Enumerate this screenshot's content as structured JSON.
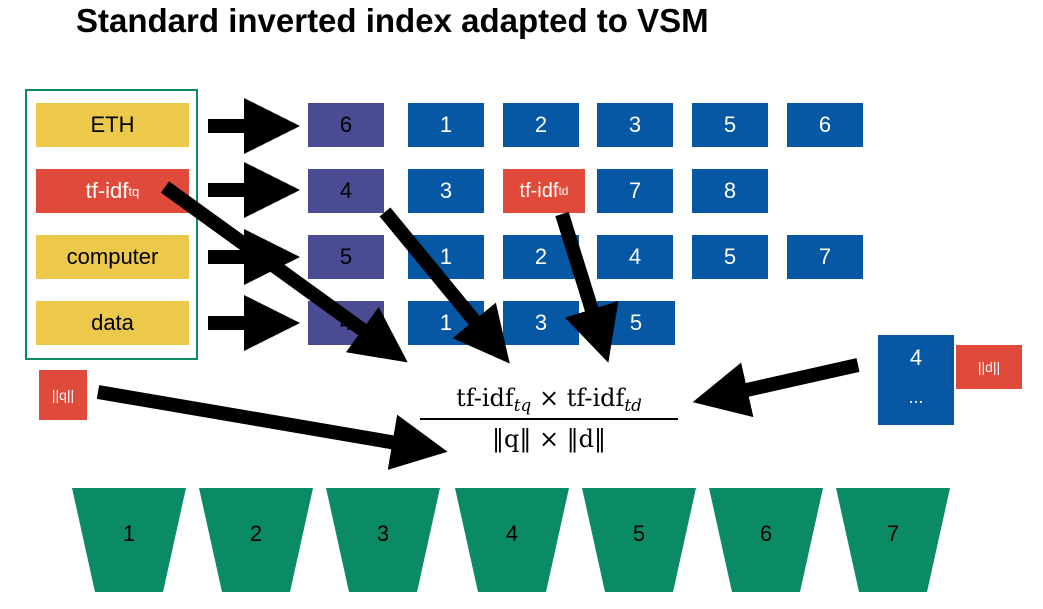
{
  "title": "Standard inverted index adapted to VSM",
  "terms": [
    {
      "label": "ETH",
      "sub": ""
    },
    {
      "label": "tf-idf",
      "sub": "tq"
    },
    {
      "label": "computer",
      "sub": ""
    },
    {
      "label": "data",
      "sub": ""
    }
  ],
  "postings": [
    {
      "df": "6",
      "docs": [
        "1",
        "2",
        "3",
        "5",
        "6"
      ]
    },
    {
      "df": "4",
      "docs": [
        "3",
        "tf-idf",
        "7",
        "8"
      ],
      "docs_sub": [
        "",
        "td",
        "",
        ""
      ]
    },
    {
      "df": "5",
      "docs": [
        "1",
        "2",
        "4",
        "5",
        "7"
      ]
    },
    {
      "df": "4",
      "docs": [
        "1",
        "3",
        "5"
      ]
    }
  ],
  "query_norm": "||q||",
  "doc_norm_box": {
    "top": "4",
    "bottom": "...",
    "norm": "||d||"
  },
  "formula": {
    "num_left": "tf-idf",
    "num_left_sub": "tq",
    "times": "×",
    "num_right": "tf-idf",
    "num_right_sub": "td",
    "den": "‖q‖ × ‖d‖"
  },
  "accumulators": [
    "1",
    "2",
    "3",
    "4",
    "5",
    "6",
    "7"
  ],
  "colors": {
    "yellow": "#ecc94b",
    "red": "#e04a3a",
    "df_purple": "#4b4b93",
    "posting_blue": "#0658a5",
    "accumulator_green": "#0b8a66",
    "frame": "#0b8a66"
  }
}
